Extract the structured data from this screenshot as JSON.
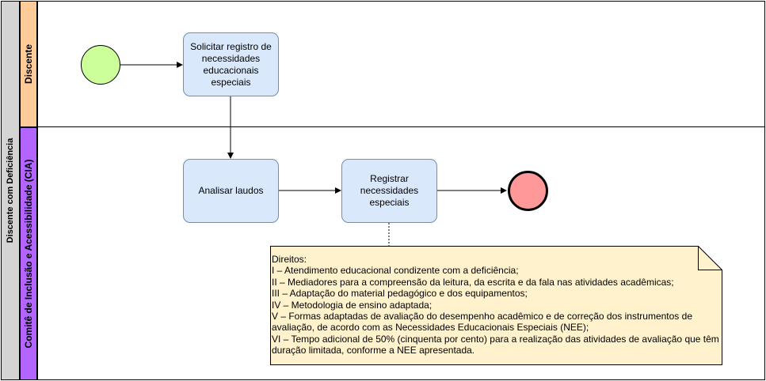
{
  "pool": {
    "label": "Discente com Deficiência"
  },
  "lanes": [
    {
      "label": "Discente"
    },
    {
      "label": "Comitê de Inclusão e Acessibilidade (CIA)"
    }
  ],
  "tasks": {
    "solicitar": "Solicitar registro de necessidades educacionais especiais",
    "analisar": "Analisar laudos",
    "registrar": "Registrar necessidades especiais"
  },
  "annotation": {
    "title": "Direitos:",
    "lines": [
      "I – Atendimento educacional condizente com a deficiência;",
      "II – Mediadores para a compreensão da leitura, da escrita e da fala nas atividades acadêmicas;",
      "III – Adaptação do material pedagógico e dos equipamentos;",
      "IV – Metodologia de ensino adaptada;",
      "V – Formas adaptadas de avaliação do desempenho acadêmico e de correção dos instrumentos de avaliação, de acordo com as Necessidades Educacionais Especiais (NEE);",
      "VI – Tempo adicional de 50% (cinquenta por cento) para a realização das atividades de avaliação que têm duração limitada, conforme a NEE apresentada."
    ]
  },
  "colors": {
    "pool_header": "#d4d4d4",
    "lane_discente": "#ffcc99",
    "lane_cia": "#b266ff",
    "task_fill": "#dae8fc",
    "task_stroke": "#6c8ebf",
    "start_fill": "#ccff99",
    "end_fill": "#ff9999",
    "note_fill": "#fff2cc"
  }
}
